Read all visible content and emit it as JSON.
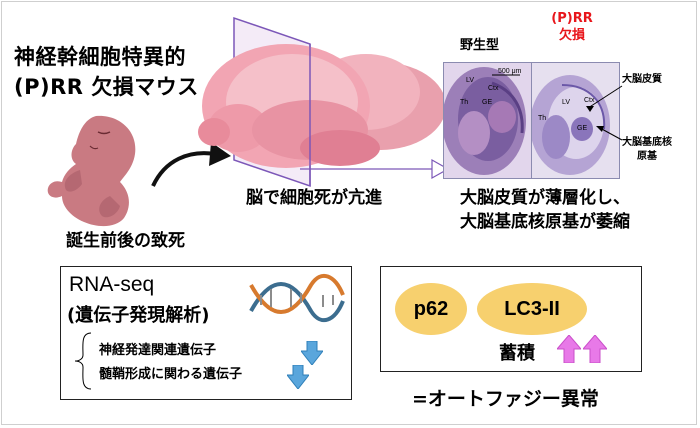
{
  "title": {
    "line1": "神経幹細胞特異的",
    "line2": "(P)RR 欠損マウス"
  },
  "embryo_caption": "誕生前後の致死",
  "brain_caption": "脳で細胞死が亢進",
  "columns": {
    "wild": "野生型",
    "ko_line1": "(P)RR",
    "ko_line2": "欠損"
  },
  "micro_labels": {
    "scale": "500 μm",
    "lv": "LV",
    "ctx": "Ctx",
    "th": "Th",
    "ge": "GE"
  },
  "side_labels": {
    "cortex": "大脳皮質",
    "ge_line1": "大脳基底核",
    "ge_line2": "原基"
  },
  "conclusion": {
    "line1": "大脳皮質が薄層化し、",
    "line2": "大脳基底核原基が萎縮"
  },
  "rnaseq": {
    "title": "RNA-seq",
    "subtitle": "(遺伝子発現解析)",
    "item1": "神経発達関連遺伝子",
    "item2": "髄鞘形成に関わる遺伝子"
  },
  "autophagy": {
    "p62": "p62",
    "lc3": "LC3-II",
    "accum": "蓄積",
    "abnormal": "=オートファジー異常"
  },
  "colors": {
    "ko_red": "#e8161b",
    "pill": "#f7d06e",
    "up_arrow": "#e879e8",
    "down_arrow": "#5aa6dc",
    "embryo": "#c97a82"
  }
}
